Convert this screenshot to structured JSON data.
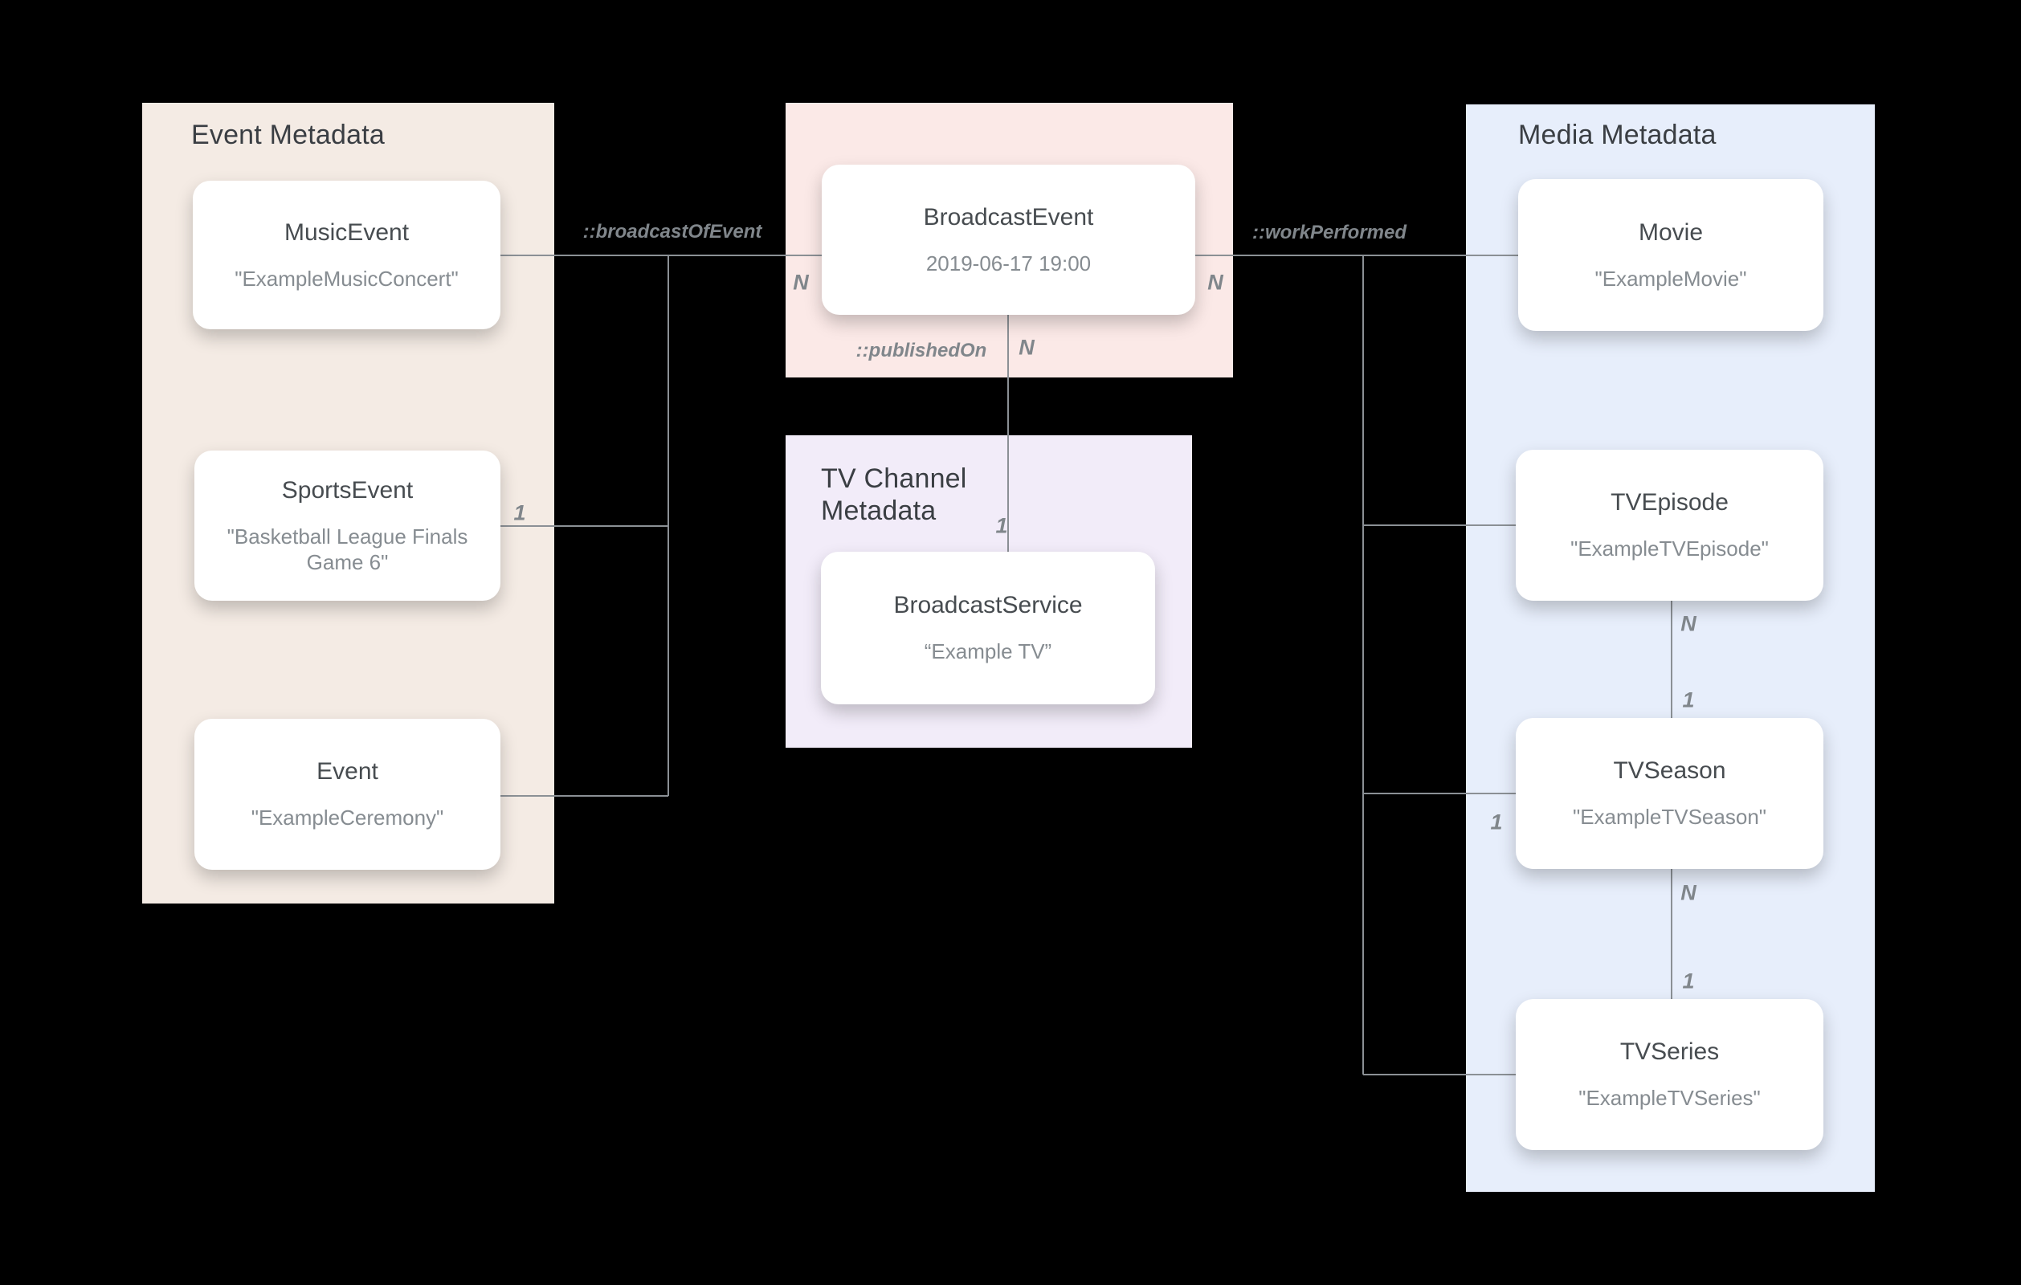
{
  "colors": {
    "background": "#000000",
    "event_panel_bg": "#f4ebe4",
    "broadcast_panel_bg": "#fbe9e7",
    "tv_channel_panel_bg": "#f2ecf9",
    "media_panel_bg": "#e7eefb",
    "connector_line": "#8b9095",
    "label_gray": "#80868b"
  },
  "panels": {
    "event": {
      "title": "Event Metadata"
    },
    "tv_channel": {
      "title": "TV Channel Metadata"
    },
    "media": {
      "title": "Media Metadata"
    }
  },
  "nodes": {
    "music_event": {
      "title": "MusicEvent",
      "value": "\"ExampleMusicConcert\""
    },
    "sports_event": {
      "title": "SportsEvent",
      "value": "\"Basketball League Finals Game 6\""
    },
    "event": {
      "title": "Event",
      "value": "\"ExampleCeremony\""
    },
    "broadcast_event": {
      "title": "BroadcastEvent",
      "value": "2019-06-17 19:00"
    },
    "broadcast_service": {
      "title": "BroadcastService",
      "value": "“Example TV”"
    },
    "movie": {
      "title": "Movie",
      "value": "\"ExampleMovie\""
    },
    "tv_episode": {
      "title": "TVEpisode",
      "value": "\"ExampleTVEpisode\""
    },
    "tv_season": {
      "title": "TVSeason",
      "value": "\"ExampleTVSeason\""
    },
    "tv_series": {
      "title": "TVSeries",
      "value": "\"ExampleTVSeries\""
    }
  },
  "edge_labels": {
    "broadcast_of_event": "::broadcastOfEvent",
    "published_on": "::publishedOn",
    "work_performed": "::workPerformed"
  },
  "cardinalities": {
    "broadcast_event_left_n": "N",
    "sports_event_1": "1",
    "published_on_n": "N",
    "broadcast_service_1": "1",
    "broadcast_event_right_n": "N",
    "episode_season_n": "N",
    "episode_season_1": "1",
    "season_left_1": "1",
    "season_series_n": "N",
    "season_series_1": "1"
  }
}
